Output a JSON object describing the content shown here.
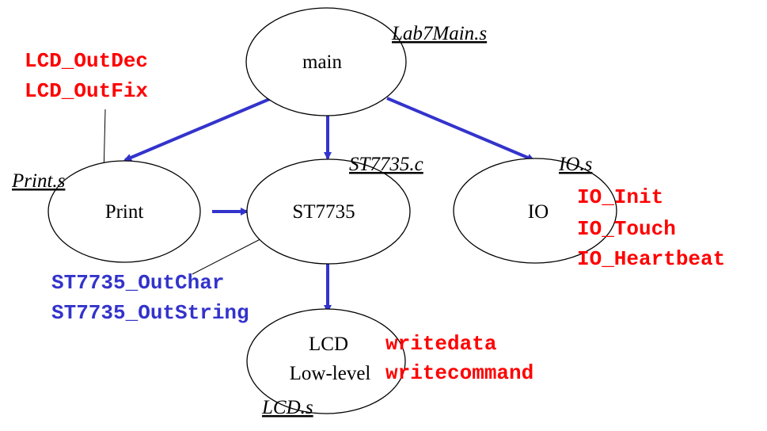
{
  "colors": {
    "red": "#ff0000",
    "blue": "#3333cc",
    "black": "#000000"
  },
  "nodes": {
    "main": {
      "label": "main",
      "file": "Lab7Main.s"
    },
    "print": {
      "label": "Print",
      "file": "Print.s"
    },
    "st7735": {
      "label": "ST7735",
      "file": "ST7735.c"
    },
    "io": {
      "label": "IO",
      "file": "IO.s"
    },
    "lcd": {
      "label_line1": "LCD",
      "label_line2": "Low-level",
      "file": "LCD.s"
    }
  },
  "functions": {
    "print": [
      "LCD_OutDec",
      "LCD_OutFix"
    ],
    "st7735": [
      "ST7735_OutChar",
      "ST7735_OutString"
    ],
    "io": [
      "IO_Init",
      "IO_Touch",
      "IO_Heartbeat"
    ],
    "lcd": [
      "writedata",
      "writecommand"
    ]
  },
  "edges": [
    {
      "from": "main",
      "to": "print"
    },
    {
      "from": "main",
      "to": "st7735"
    },
    {
      "from": "main",
      "to": "io"
    },
    {
      "from": "print",
      "to": "st7735"
    },
    {
      "from": "st7735",
      "to": "lcd"
    }
  ]
}
